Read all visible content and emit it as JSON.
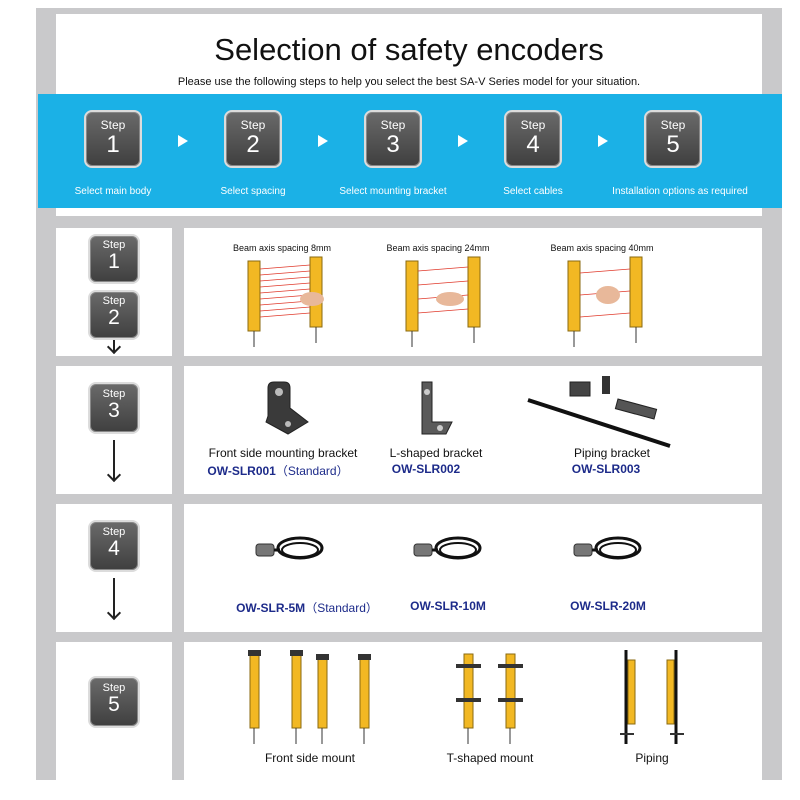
{
  "header": {
    "title": "Selection of safety encoders",
    "subtitle": "Please use the following steps to help you select the best SA-V Series model for your situation."
  },
  "step_word": "Step",
  "steps": [
    {
      "number": "1",
      "label": "Select main body"
    },
    {
      "number": "2",
      "label": "Select spacing"
    },
    {
      "number": "3",
      "label": "Select mounting bracket"
    },
    {
      "number": "4",
      "label": "Select cables"
    },
    {
      "number": "5",
      "label": "Installation options as required"
    }
  ],
  "row1": {
    "spacings": [
      "Beam axis spacing 8mm",
      "Beam axis spacing 24mm",
      "Beam axis spacing 40mm"
    ]
  },
  "row3": {
    "brackets": [
      {
        "name": "Front side mounting bracket",
        "code": "OW-SLR001",
        "note": "（Standard）"
      },
      {
        "name": "L-shaped bracket",
        "code": "OW-SLR002",
        "note": ""
      },
      {
        "name": "Piping bracket",
        "code": "OW-SLR003",
        "note": ""
      }
    ]
  },
  "row4": {
    "cables": [
      {
        "code": "OW-SLR-5M",
        "note": "（Standard）"
      },
      {
        "code": "OW-SLR-10M",
        "note": ""
      },
      {
        "code": "OW-SLR-20M",
        "note": ""
      }
    ]
  },
  "row5": {
    "mounts": [
      "Front side mount",
      "T-shaped mount",
      "Piping"
    ]
  },
  "colors": {
    "band": "#1bb1e6",
    "frame": "#c9c9cb",
    "code_text": "#1d2b8a",
    "sensor_yellow": "#f2b823",
    "beam_red": "#e0392b"
  }
}
